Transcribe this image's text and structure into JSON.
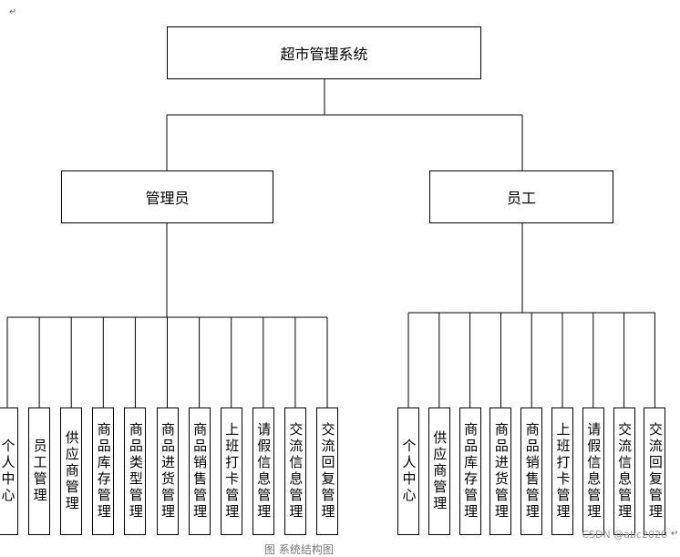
{
  "root": "超市管理系统",
  "roles": {
    "admin": {
      "label": "管理员",
      "modules": [
        "个人中心",
        "员工管理",
        "供应商管理",
        "商品库存管理",
        "商品类型管理",
        "商品进货管理",
        "商品销售管理",
        "上班打卡管理",
        "请假信息管理",
        "交流信息管理",
        "交流回复管理"
      ]
    },
    "staff": {
      "label": "员工",
      "modules": [
        "个人中心",
        "供应商管理",
        "商品库存管理",
        "商品进货管理",
        "商品销售管理",
        "上班打卡管理",
        "请假信息管理",
        "交流信息管理",
        "交流回复管理"
      ]
    }
  },
  "watermark": "CSDN @abc2020",
  "caption": "图 系统结构图",
  "paragraph_mark": "↵"
}
